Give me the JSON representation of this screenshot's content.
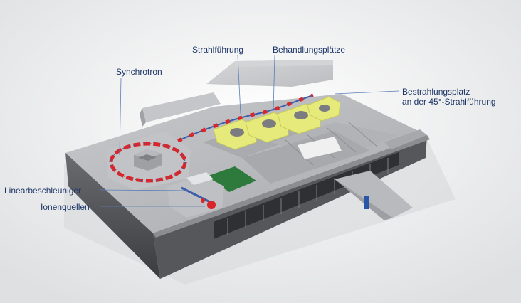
{
  "labels": {
    "synchrotron": "Synchrotron",
    "beam_guidance": "Strahlführung",
    "treatment_rooms": "Behandlungsplätze",
    "irradiation_45_line1": "Bestrahlungsplatz",
    "irradiation_45_line2": "an der 45°-Strahlführung",
    "linac": "Linearbeschleuniger",
    "ion_sources": "Ionenquellen"
  },
  "colors": {
    "label_text": "#1c3566",
    "leader_line": "#5a7fb8",
    "roof": "#c9cacc",
    "floor": "#b3b5b8",
    "outer_wall": "#4d4f53",
    "magnet_red": "#d8262a",
    "treatment_yellow": "#e6ea7a",
    "green_hall": "#2d7a3c",
    "background": "#ffffff"
  }
}
